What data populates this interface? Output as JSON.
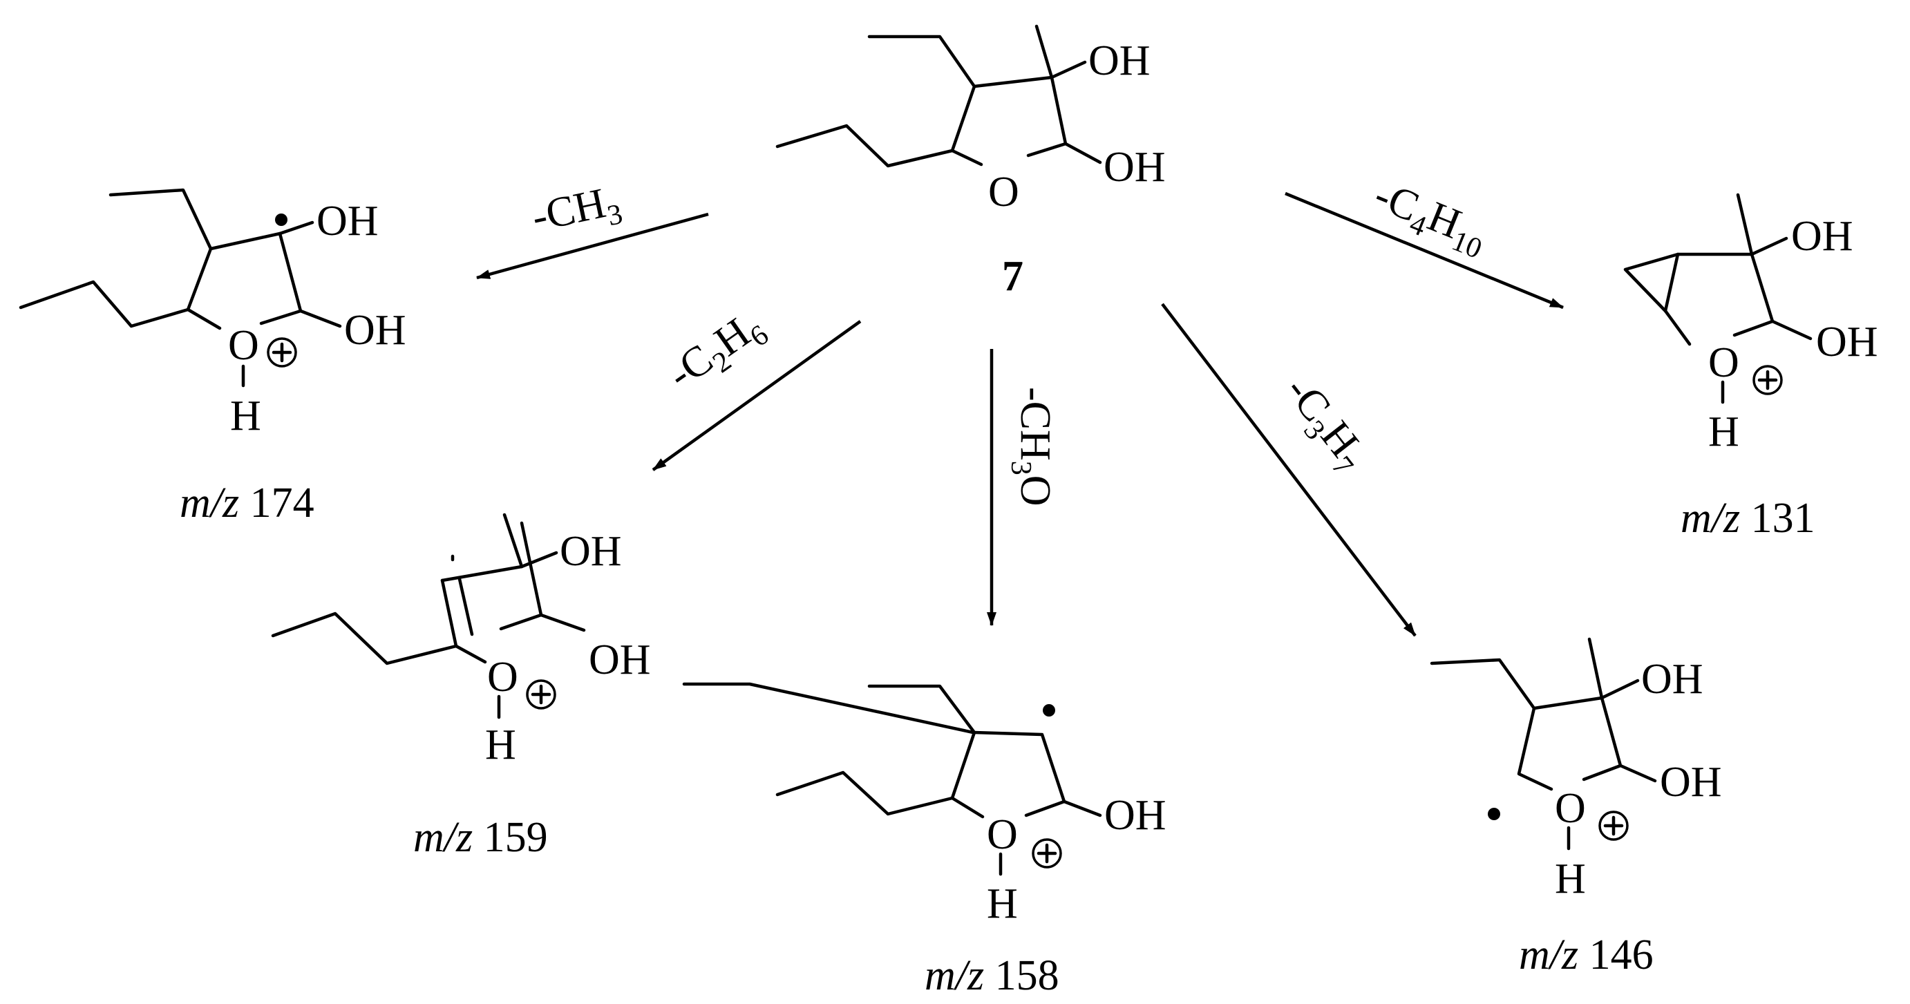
{
  "compound_label": "7",
  "atoms": {
    "hydroxyl": "OH",
    "oxygen": "O",
    "hydrogen": "H"
  },
  "mz_prefix": "m/z",
  "products": [
    {
      "id": "p174",
      "loss": [
        "-CH",
        "3"
      ],
      "mz": "174"
    },
    {
      "id": "p159",
      "loss": [
        "-C",
        "2",
        "H",
        "6"
      ],
      "mz": "159"
    },
    {
      "id": "p158",
      "loss": [
        "-CH",
        "3",
        "O"
      ],
      "mz": "158"
    },
    {
      "id": "p146",
      "loss": [
        "-C",
        "3",
        "H",
        "7"
      ],
      "mz": "146"
    },
    {
      "id": "p131",
      "loss": [
        "-C",
        "4",
        "H",
        "10"
      ],
      "mz": "131"
    }
  ]
}
